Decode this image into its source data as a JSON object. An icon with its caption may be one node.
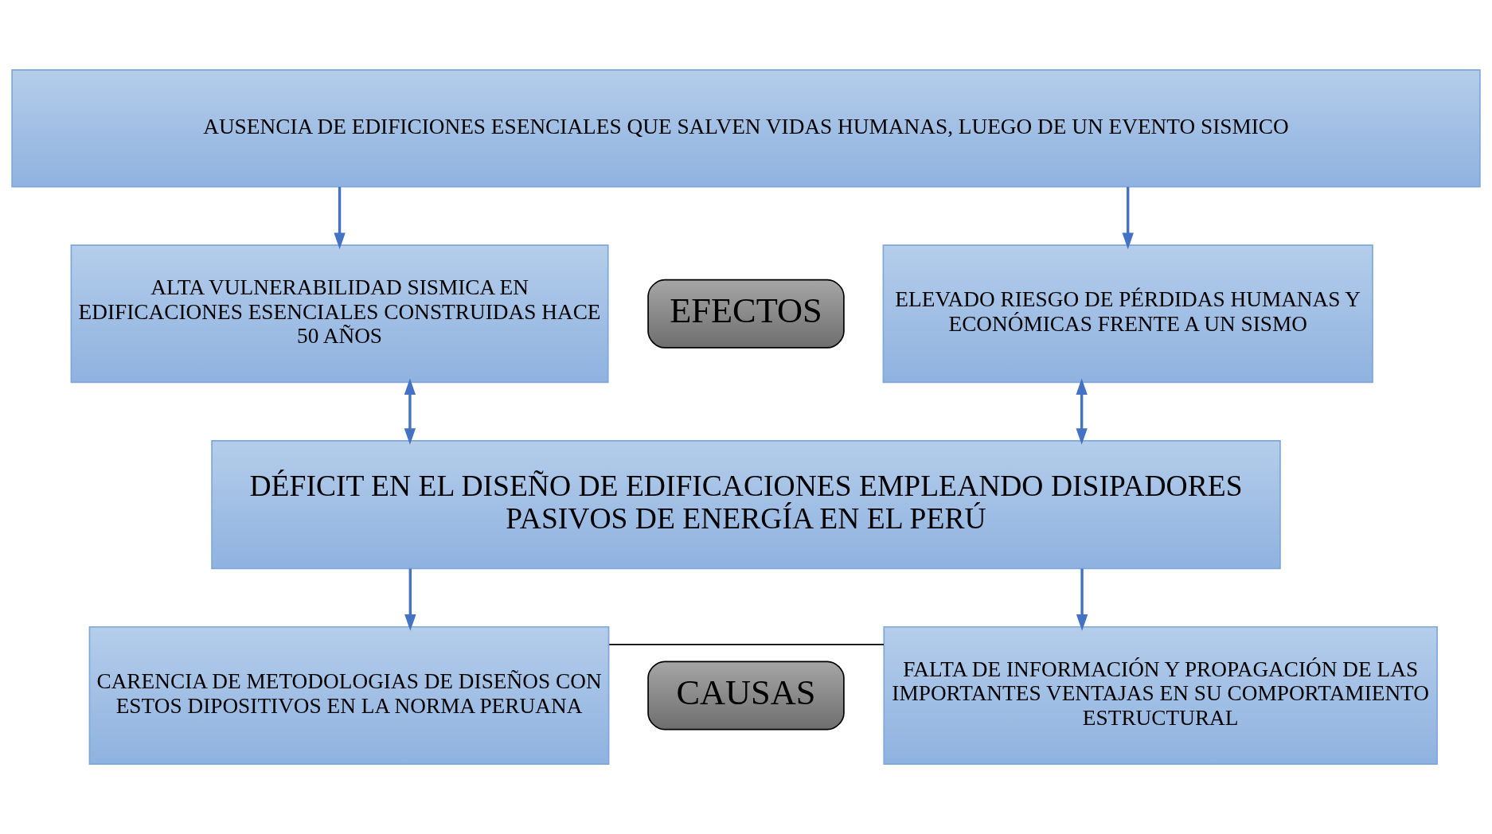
{
  "diagram": {
    "nodes": [
      {
        "text": [
          "AUSENCIA DE EDIFICIONES ESENCIALES QUE SALVEN VIDAS HUMANAS, LUEGO DE UN EVENTO SISMICO"
        ]
      },
      {
        "text": [
          "ALTA VULNERABILIDAD SISMICA EN EDIFICACIONES ESENCIALES CONSTRUIDAS HACE 50 AÑOS"
        ]
      },
      {
        "text": [
          "EFECTOS"
        ]
      },
      {
        "text": [
          "ELEVADO RIESGO DE PÉRDIDAS HUMANAS Y ECONÓMICAS FRENTE A UN SISMO"
        ]
      },
      {
        "text": [
          "DÉFICIT EN EL DISEÑO DE EDIFICACIONES EMPLEANDO DISIPADORES PASIVOS DE ENERGÍA EN EL PERÚ"
        ]
      },
      {
        "text": [
          "CARENCIA DE METODOLOGIAS DE DISEÑOS CON ESTOS DIPOSITIVOS EN LA NORMA PERUANA"
        ]
      },
      {
        "text": [
          "CAUSAS"
        ]
      },
      {
        "text": [
          "FALTA DE INFORMACIÓN Y PROPAGACIÓN DE LAS IMPORTANTES VENTAJAS EN SU COMPORTAMIENTO ESTRUCTURAL"
        ]
      }
    ],
    "edges": [
      {
        "from": 0,
        "to": 1,
        "arrow": "to"
      },
      {
        "from": 0,
        "to": 3,
        "arrow": "to"
      },
      {
        "from": 4,
        "to": 1,
        "arrow": "both"
      },
      {
        "from": 4,
        "to": 3,
        "arrow": "both"
      },
      {
        "from": 4,
        "to": 5,
        "arrow": "to"
      },
      {
        "from": 4,
        "to": 7,
        "arrow": "to"
      },
      {
        "from": 5,
        "to": 7,
        "arrow": "none",
        "color": "#000000"
      }
    ]
  }
}
